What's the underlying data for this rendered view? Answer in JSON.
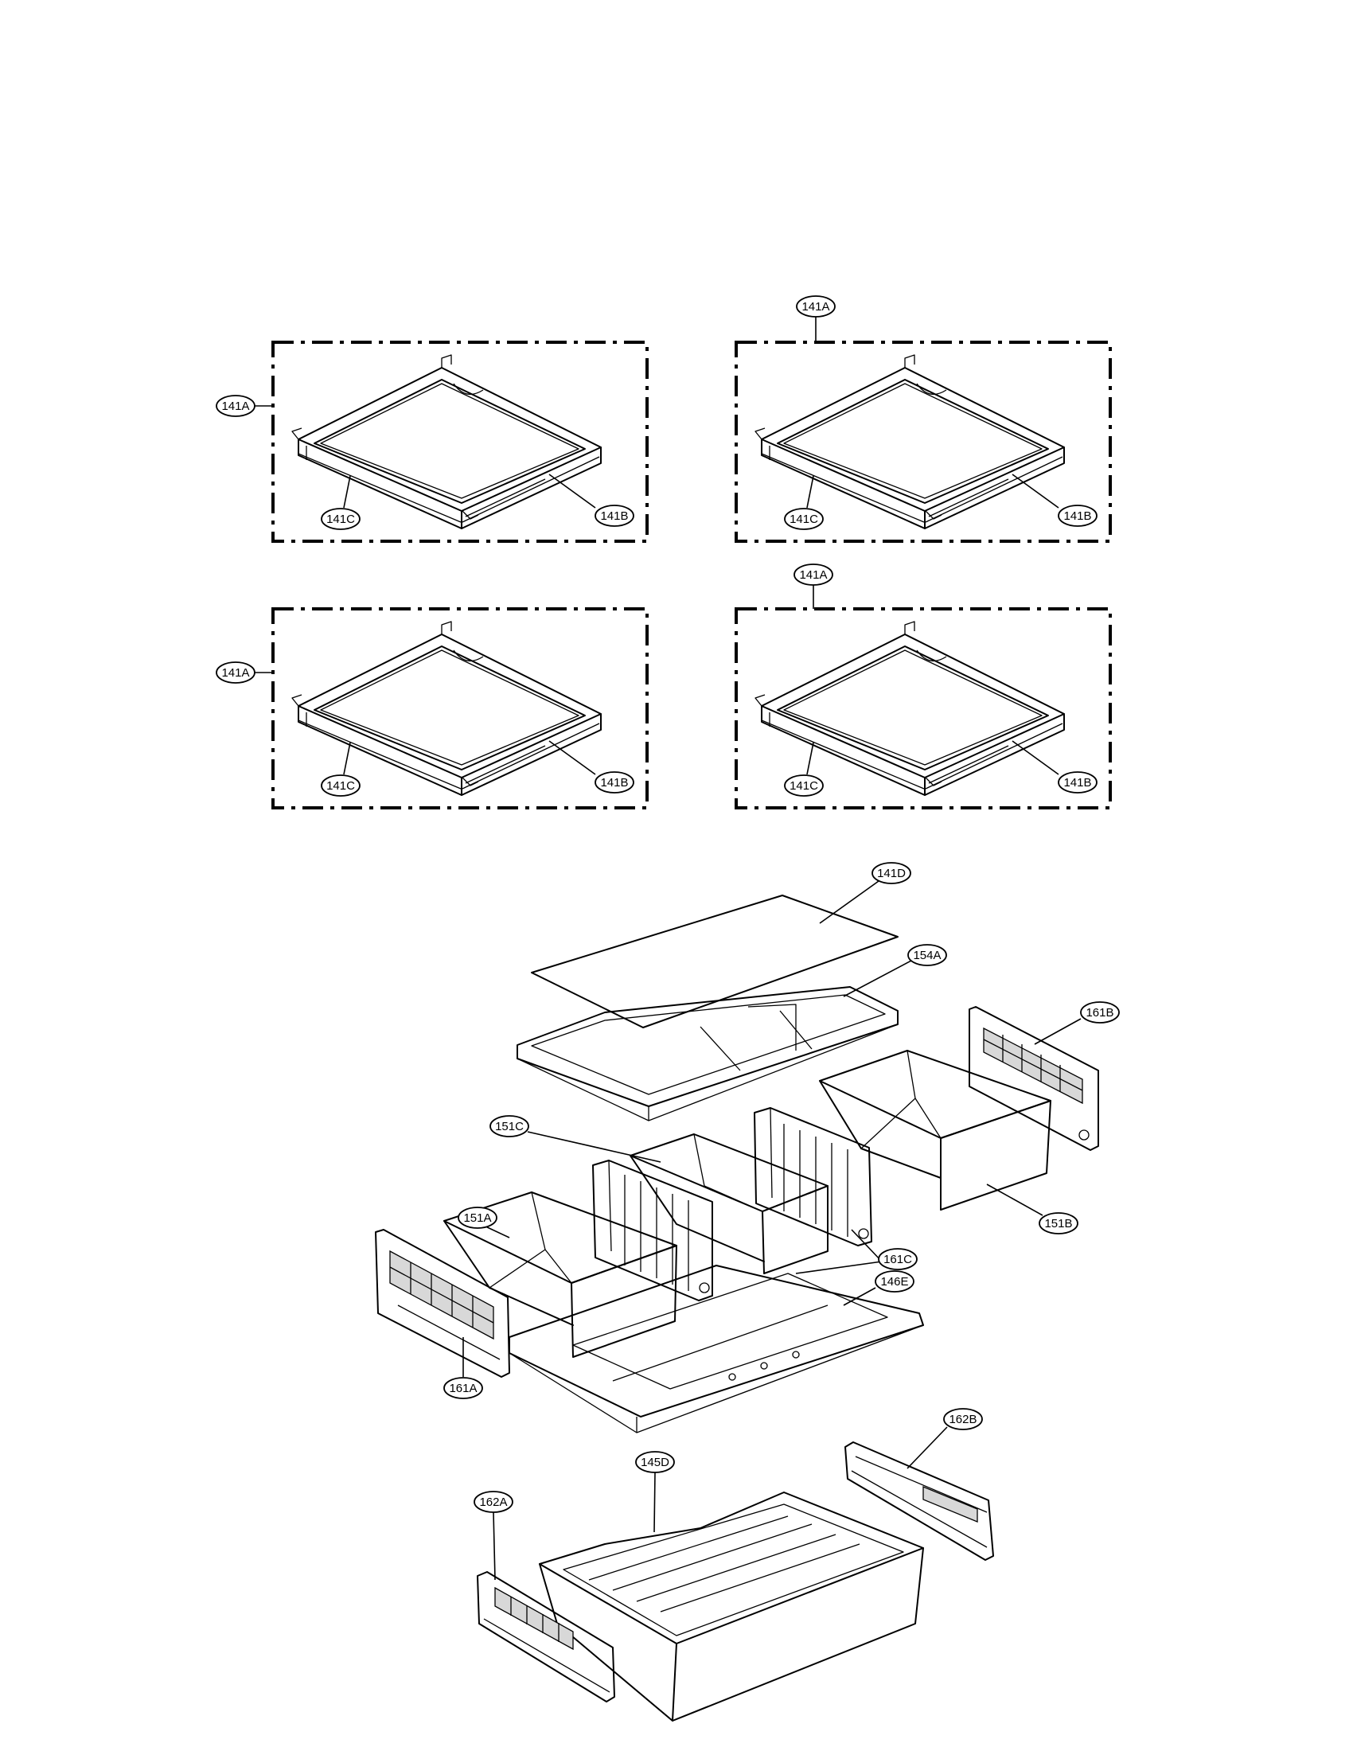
{
  "callouts": {
    "p141A": "141A",
    "p141B": "141B",
    "p141C": "141C",
    "p141D": "141D",
    "p154A": "154A",
    "p161B": "161B",
    "p151C": "151C",
    "p151A": "151A",
    "p151B": "151B",
    "p161C": "161C",
    "p146E": "146E",
    "p161A": "161A",
    "p162B": "162B",
    "p145D": "145D",
    "p162A": "162A"
  }
}
